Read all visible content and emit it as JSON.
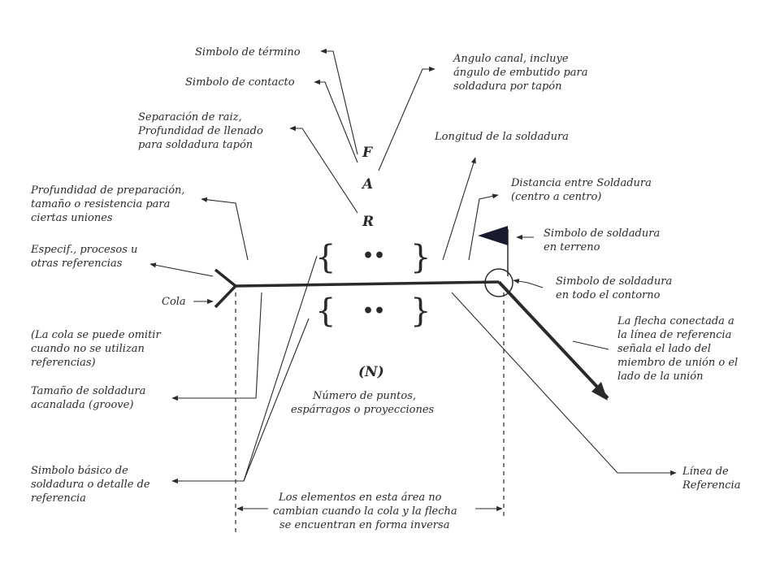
{
  "symbols": {
    "F": "F",
    "A": "A",
    "R": "R",
    "N": "(N)",
    "brace_open": "{",
    "brace_close": "}",
    "dots": "••"
  },
  "labels": {
    "simbolo_termino": "Simbolo de término",
    "simbolo_contacto": "Simbolo de contacto",
    "separacion": [
      "Separación de raiz,",
      "Profundidad de llenado",
      "para soldadura tapón"
    ],
    "profundidad": [
      "Profundidad de preparación,",
      "tamaño o resistencia para",
      "ciertas uniones"
    ],
    "especif": [
      "Especif., procesos u",
      "otras referencias"
    ],
    "cola": "Cola",
    "cola_omitir": [
      "(La cola se puede omitir",
      "cuando no se utilizan",
      "referencias)"
    ],
    "tamano": [
      "Tamaño de soldadura",
      "acanalada (groove)"
    ],
    "basico": [
      "Simbolo básico de",
      "soldadura o detalle de",
      "referencia"
    ],
    "angulo": [
      "Angulo canal, incluye",
      "ángulo de embutido para",
      "soldadura por tapón"
    ],
    "longitud": "Longitud de la soldadura",
    "distancia": [
      "Distancia entre Soldadura",
      "(centro a centro)"
    ],
    "terreno": [
      "Simbolo de soldadura",
      "en terreno"
    ],
    "contorno": [
      "Simbolo de soldadura",
      "en todo el contorno"
    ],
    "flecha": [
      "La flecha conectada a",
      "la línea de referencia",
      "señala el lado del",
      "miembro de unión o el",
      "lado de la unión"
    ],
    "numero": [
      "Número de puntos,",
      "espárragos o proyecciones"
    ],
    "linea_ref": [
      "Línea de",
      "Referencia"
    ],
    "area": [
      "Los elementos en esta área no",
      "cambian cuando la cola y la flecha",
      "se encuentran en forma inversa"
    ]
  },
  "colors": {
    "ink": "#2a2a2a",
    "flag": "#1a1a2e"
  }
}
